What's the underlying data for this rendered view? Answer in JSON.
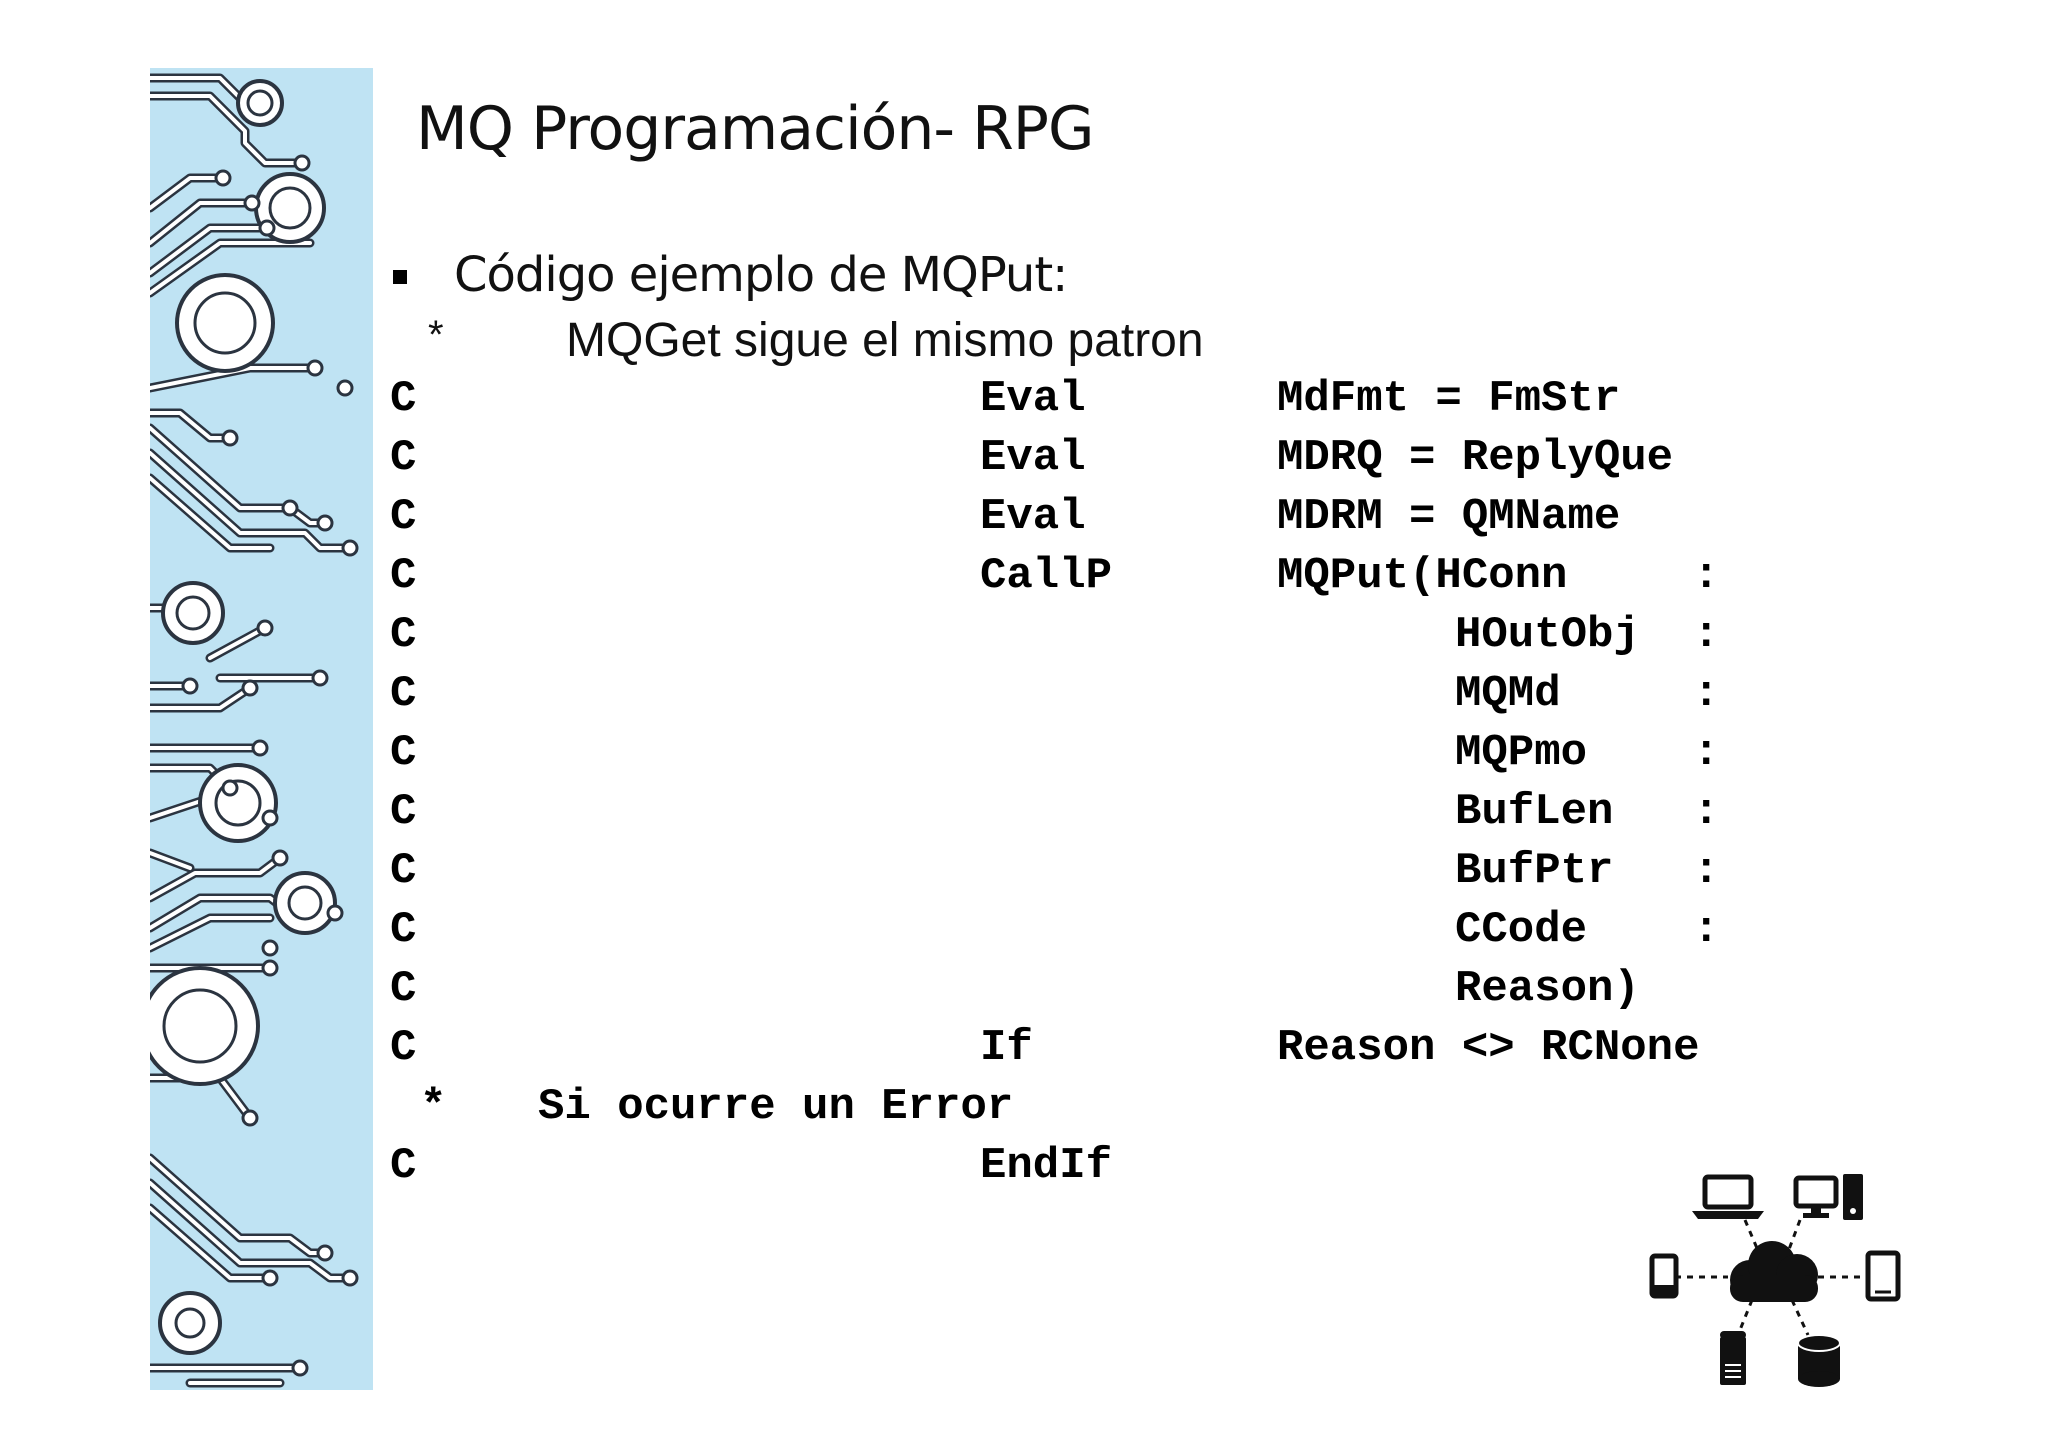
{
  "slide": {
    "title": "MQ Programación- RPG",
    "bullet": "Código ejemplo de MQPut:",
    "note_marker": "*",
    "note": "MQGet sigue el mismo patron"
  },
  "code": {
    "lines": [
      {
        "c": "C",
        "op": "Eval",
        "arg": "MdFmt = FmStr"
      },
      {
        "c": "C",
        "op": "Eval",
        "arg": "MDRQ = ReplyQue"
      },
      {
        "c": "C",
        "op": "Eval",
        "arg": "MDRM = QMName"
      },
      {
        "c": "C",
        "op": "CallP",
        "arg": "MQPut(HConn",
        "sep": ":"
      },
      {
        "c": "C",
        "param": "HOutObj",
        "sep": ":"
      },
      {
        "c": "C",
        "param": "MQMd",
        "sep": ":"
      },
      {
        "c": "C",
        "param": "MQPmo",
        "sep": ":"
      },
      {
        "c": "C",
        "param": "BufLen",
        "sep": ":"
      },
      {
        "c": "C",
        "param": "BufPtr",
        "sep": ":"
      },
      {
        "c": "C",
        "param": "CCode",
        "sep": ":"
      },
      {
        "c": "C",
        "param": "Reason)"
      },
      {
        "c": "C",
        "op": "If",
        "arg": "Reason <> RCNone"
      },
      {
        "c": "C",
        "op": "EndIf"
      }
    ],
    "comment_marker": "*",
    "comment": "Si ocurre un Error"
  },
  "icons": {
    "sidebar": "circuit-board-decoration",
    "network": "cloud-network-devices-icon"
  },
  "colors": {
    "sidebar_bg": "#bfe3f3",
    "trace": "#ffffff",
    "trace_outline": "#2b3440",
    "text": "#000000"
  }
}
